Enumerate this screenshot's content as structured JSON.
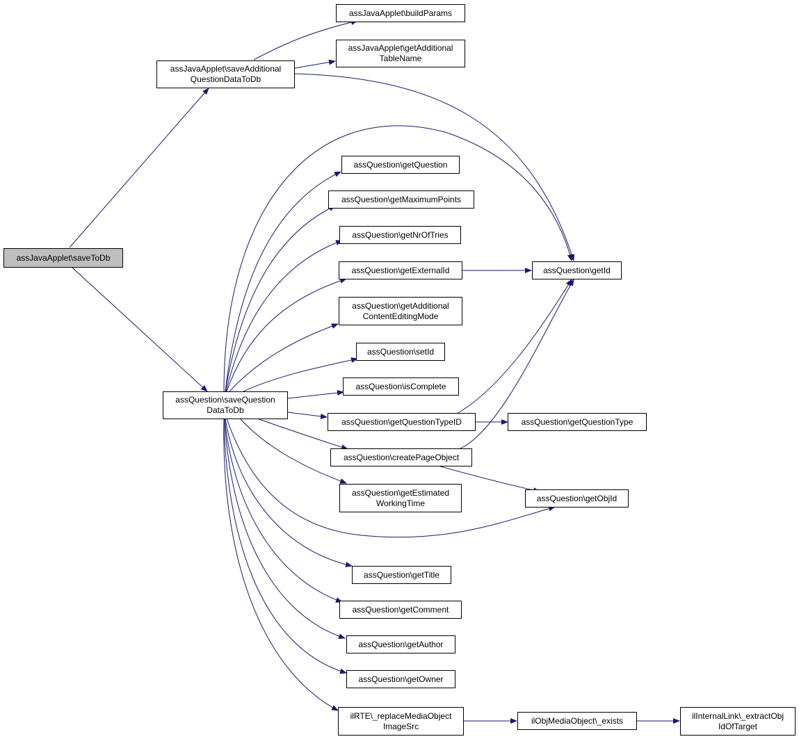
{
  "colors": {
    "edge": "#191970",
    "node_border": "#000000",
    "root_fill": "#bfbfbf",
    "node_fill": "#ffffff"
  },
  "nodes": {
    "root": "assJavaApplet\\saveToDb",
    "saveAdditional": "assJavaApplet\\saveAdditional\nQuestionDataToDb",
    "buildParams": "assJavaApplet\\buildParams",
    "getAdditionalTableName": "assJavaApplet\\getAdditional\nTableName",
    "saveQuestion": "assQuestion\\saveQuestion\nDataToDb",
    "getQuestion": "assQuestion\\getQuestion",
    "getMaximumPoints": "assQuestion\\getMaximumPoints",
    "getNrOfTries": "assQuestion\\getNrOfTries",
    "getExternalId": "assQuestion\\getExternalId",
    "getId": "assQuestion\\getId",
    "getAdditionalContent": "assQuestion\\getAdditional\nContentEditingMode",
    "setId": "assQuestion\\setId",
    "isComplete": "assQuestion\\isComplete",
    "getQuestionTypeID": "assQuestion\\getQuestionTypeID",
    "getQuestionType": "assQuestion\\getQuestionType",
    "createPageObject": "assQuestion\\createPageObject",
    "getEstimated": "assQuestion\\getEstimated\nWorkingTime",
    "getObjId": "assQuestion\\getObjId",
    "getTitle": "assQuestion\\getTitle",
    "getComment": "assQuestion\\getComment",
    "getAuthor": "assQuestion\\getAuthor",
    "getOwner": "assQuestion\\getOwner",
    "replaceMedia": "ilRTE\\_replaceMediaObject\nImageSrc",
    "mediaExists": "ilObjMediaObject\\_exists",
    "extractObj": "ilInternalLink\\_extractObj\nIdOfTarget"
  }
}
